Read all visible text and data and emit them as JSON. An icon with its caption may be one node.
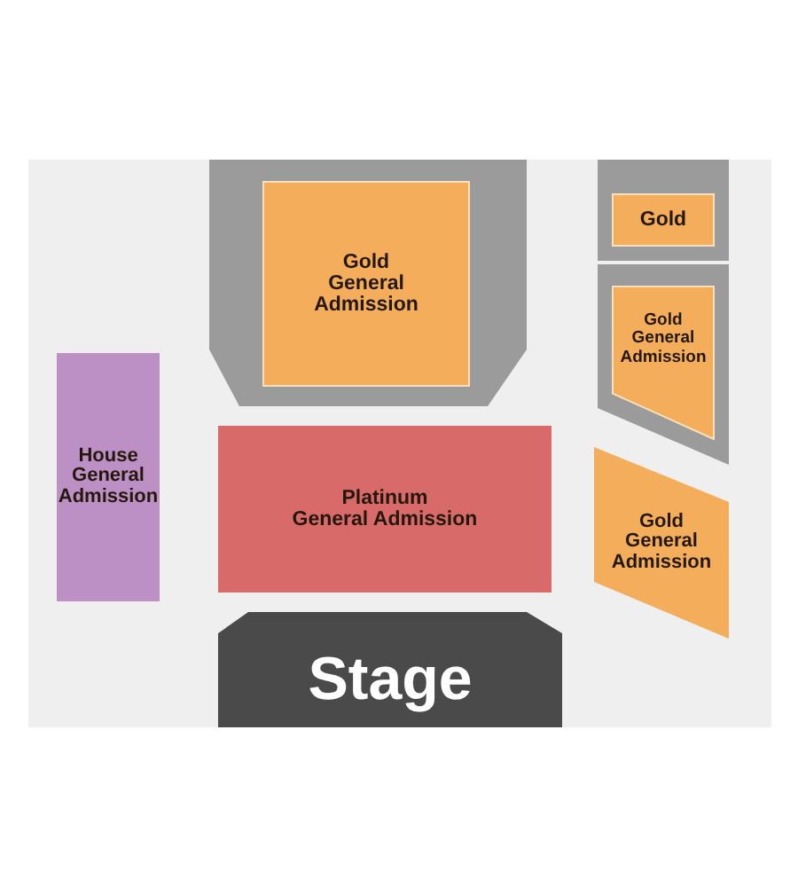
{
  "diagram": {
    "nodes": [
      {
        "text": [],
        "shape": "box"
      },
      {
        "text": [
          "Gold General Admission"
        ],
        "in": 0
      },
      {
        "text": [],
        "shape": "box"
      },
      {
        "text": [
          "Gold"
        ],
        "in": 2
      },
      {
        "text": [],
        "shape": "box"
      },
      {
        "text": [
          "Gold General Admission"
        ],
        "in": 4
      },
      {
        "text": [
          "House General Admission"
        ]
      },
      {
        "text": [
          "Platinum General Admission"
        ]
      },
      {
        "text": [
          "Gold General Admission"
        ]
      },
      {
        "text": [
          "Stage"
        ]
      }
    ]
  }
}
